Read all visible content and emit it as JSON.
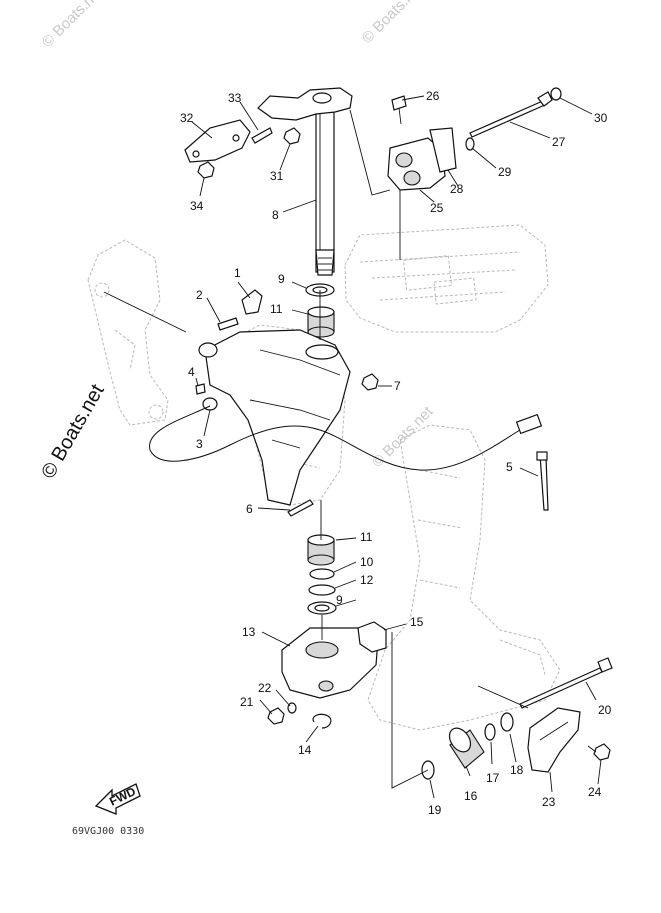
{
  "watermarks": {
    "top_left": "© Boats.net",
    "top_right": "© Boats.net",
    "left_vertical": "© Boats.net",
    "center": "© Boats.net"
  },
  "drawing_code": "69VGJ00 0330",
  "fwd_label": "FWD",
  "callouts": [
    {
      "id": "c1",
      "text": "1"
    },
    {
      "id": "c2",
      "text": "2"
    },
    {
      "id": "c3",
      "text": "3"
    },
    {
      "id": "c4",
      "text": "4"
    },
    {
      "id": "c5",
      "text": "5"
    },
    {
      "id": "c6",
      "text": "6"
    },
    {
      "id": "c7",
      "text": "7"
    },
    {
      "id": "c8",
      "text": "8"
    },
    {
      "id": "c9a",
      "text": "9"
    },
    {
      "id": "c9b",
      "text": "9"
    },
    {
      "id": "c10",
      "text": "10"
    },
    {
      "id": "c11a",
      "text": "11"
    },
    {
      "id": "c11b",
      "text": "11"
    },
    {
      "id": "c12",
      "text": "12"
    },
    {
      "id": "c13",
      "text": "13"
    },
    {
      "id": "c14",
      "text": "14"
    },
    {
      "id": "c15",
      "text": "15"
    },
    {
      "id": "c16",
      "text": "16"
    },
    {
      "id": "c17",
      "text": "17"
    },
    {
      "id": "c18",
      "text": "18"
    },
    {
      "id": "c19",
      "text": "19"
    },
    {
      "id": "c20",
      "text": "20"
    },
    {
      "id": "c21",
      "text": "21"
    },
    {
      "id": "c22",
      "text": "22"
    },
    {
      "id": "c23",
      "text": "23"
    },
    {
      "id": "c24",
      "text": "24"
    },
    {
      "id": "c25",
      "text": "25"
    },
    {
      "id": "c26",
      "text": "26"
    },
    {
      "id": "c27",
      "text": "27"
    },
    {
      "id": "c28",
      "text": "28"
    },
    {
      "id": "c29",
      "text": "29"
    },
    {
      "id": "c30",
      "text": "30"
    },
    {
      "id": "c31",
      "text": "31"
    },
    {
      "id": "c32",
      "text": "32"
    },
    {
      "id": "c33",
      "text": "33"
    },
    {
      "id": "c34",
      "text": "34"
    }
  ]
}
